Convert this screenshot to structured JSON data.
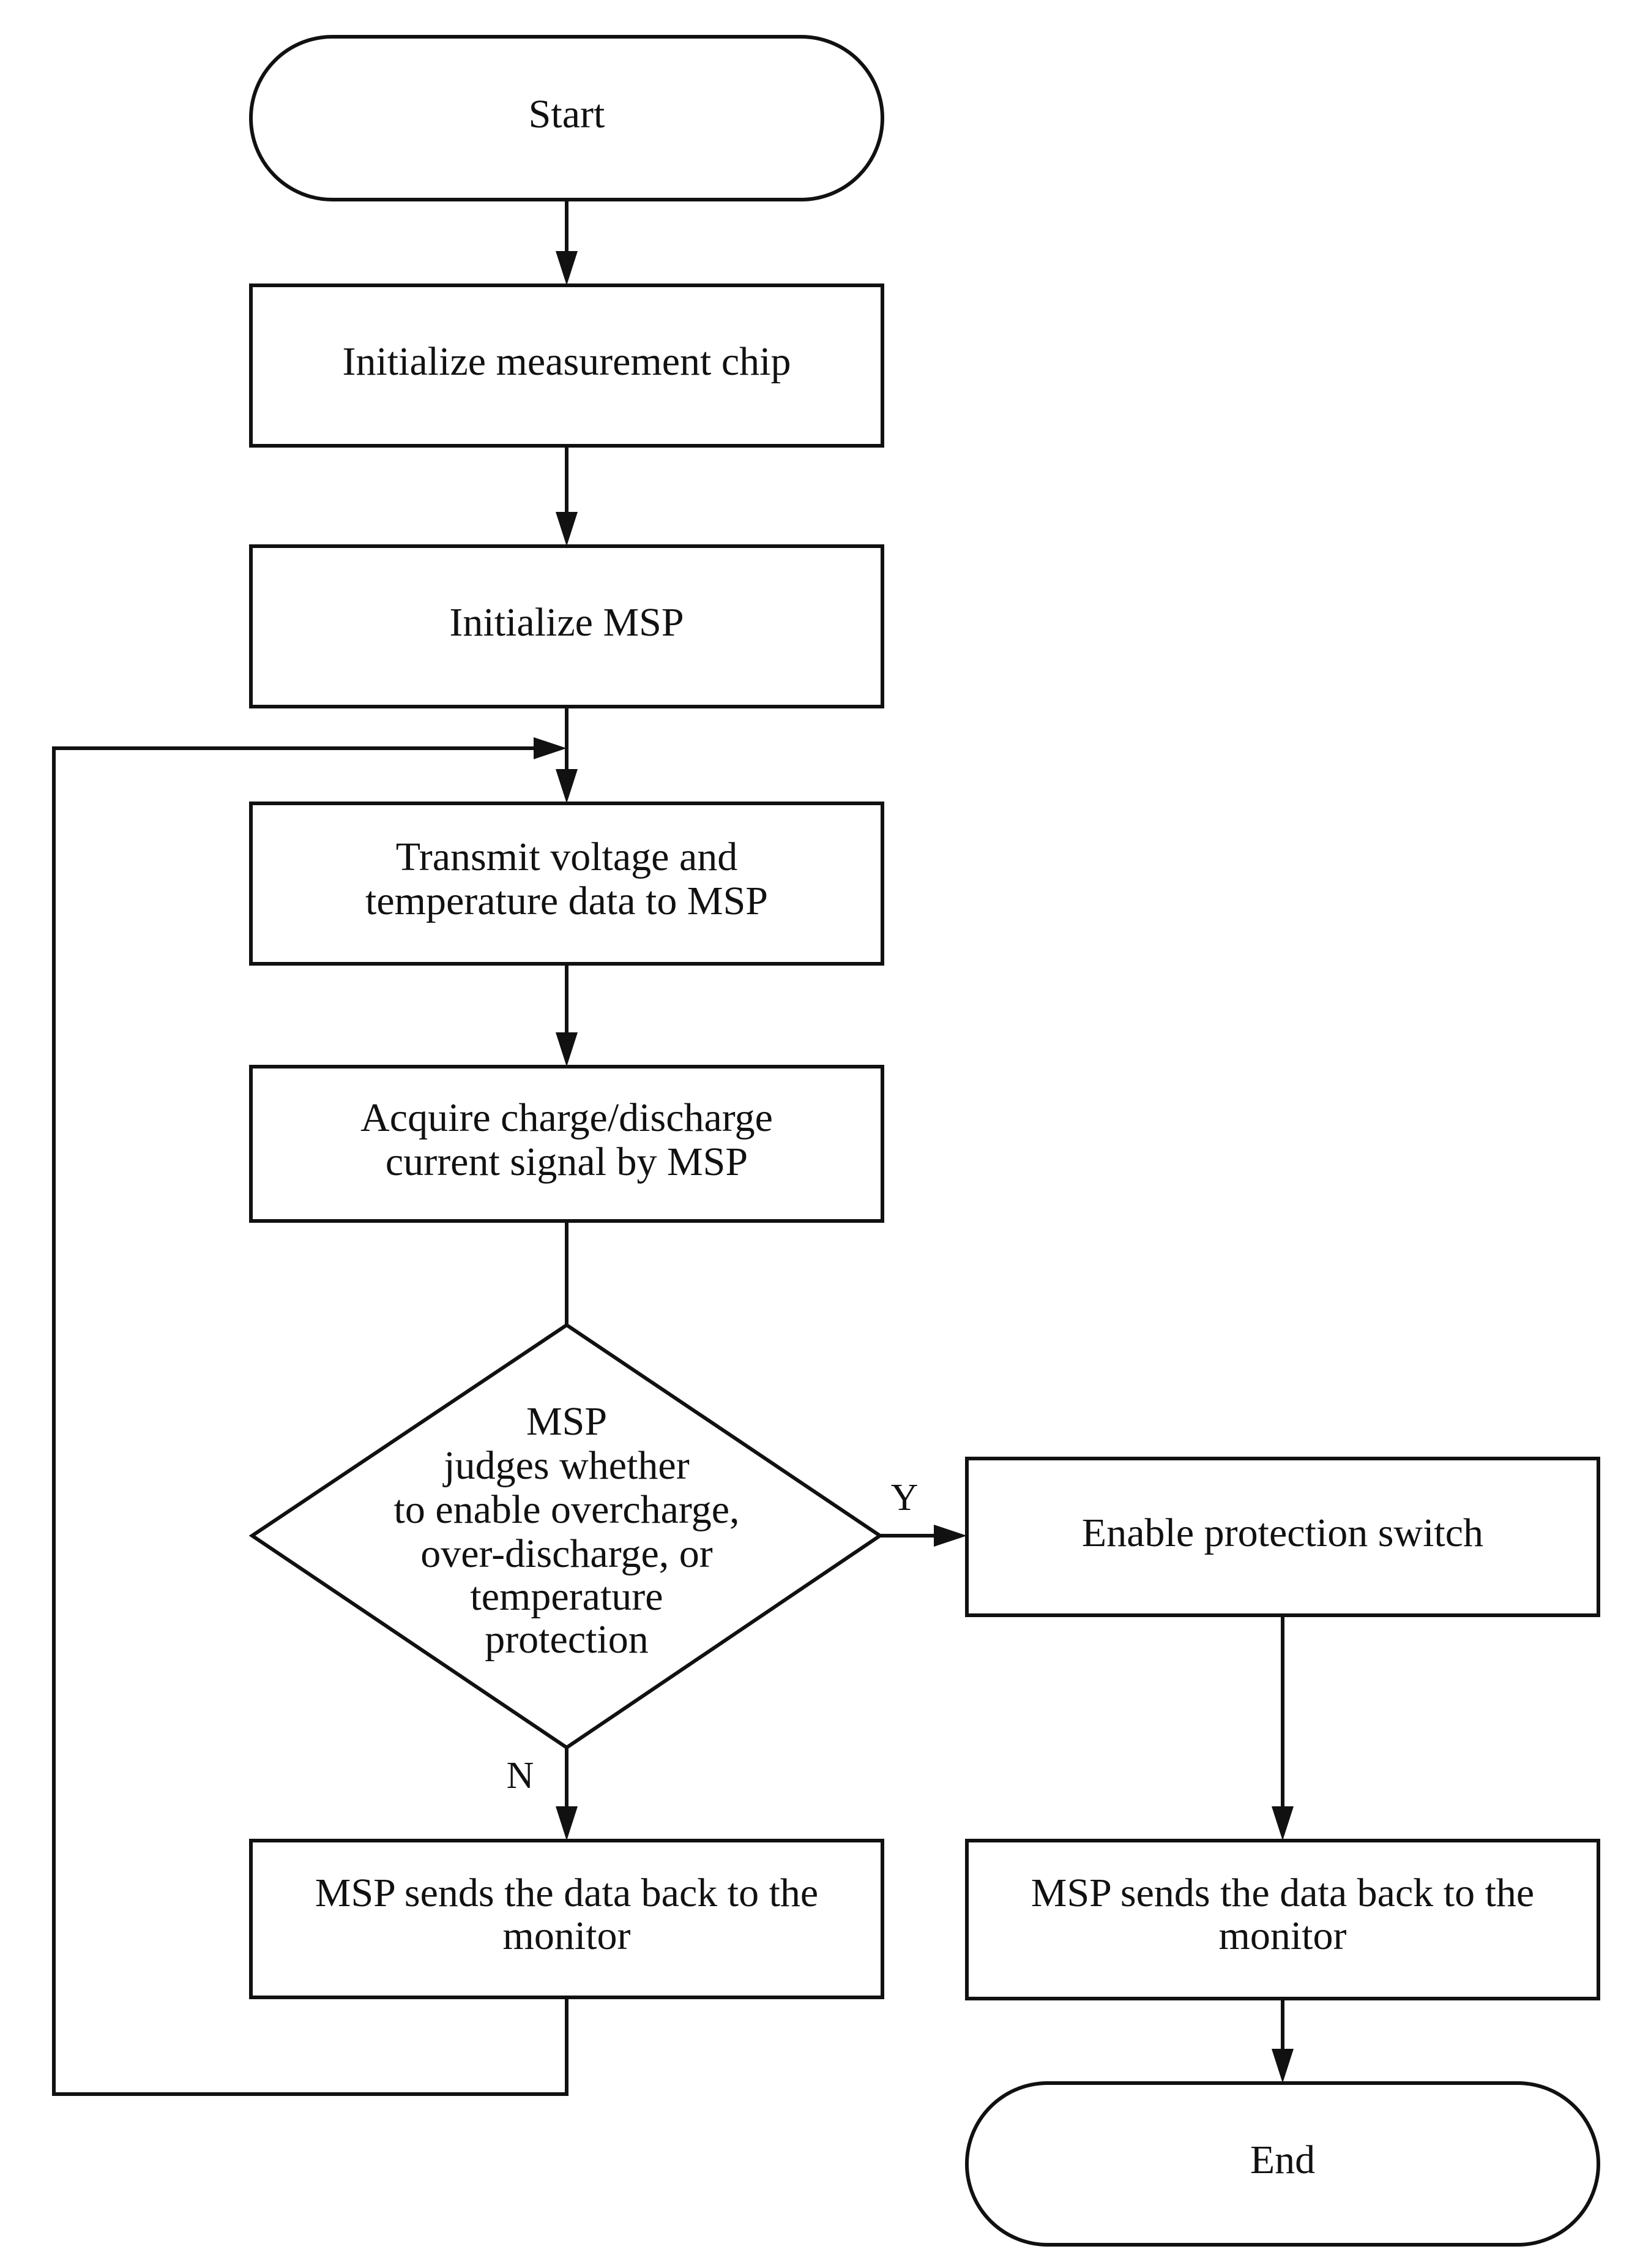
{
  "flowchart": {
    "start": "Start",
    "init_chip": "Initialize measurement chip",
    "init_msp": "Initialize MSP",
    "transmit": [
      "Transmit voltage and",
      "temperature data to MSP"
    ],
    "acquire": [
      "Acquire charge/discharge",
      "current signal by MSP"
    ],
    "decision": [
      "MSP",
      "judges whether",
      "to enable overcharge,",
      "over-discharge, or",
      "temperature",
      "protection"
    ],
    "yes_label": "Y",
    "no_label": "N",
    "enable_switch": "Enable protection switch",
    "send_back_left": [
      "MSP sends the data back to the",
      "monitor"
    ],
    "send_back_right": [
      "MSP sends the data back to the",
      "monitor"
    ],
    "end": "End"
  }
}
